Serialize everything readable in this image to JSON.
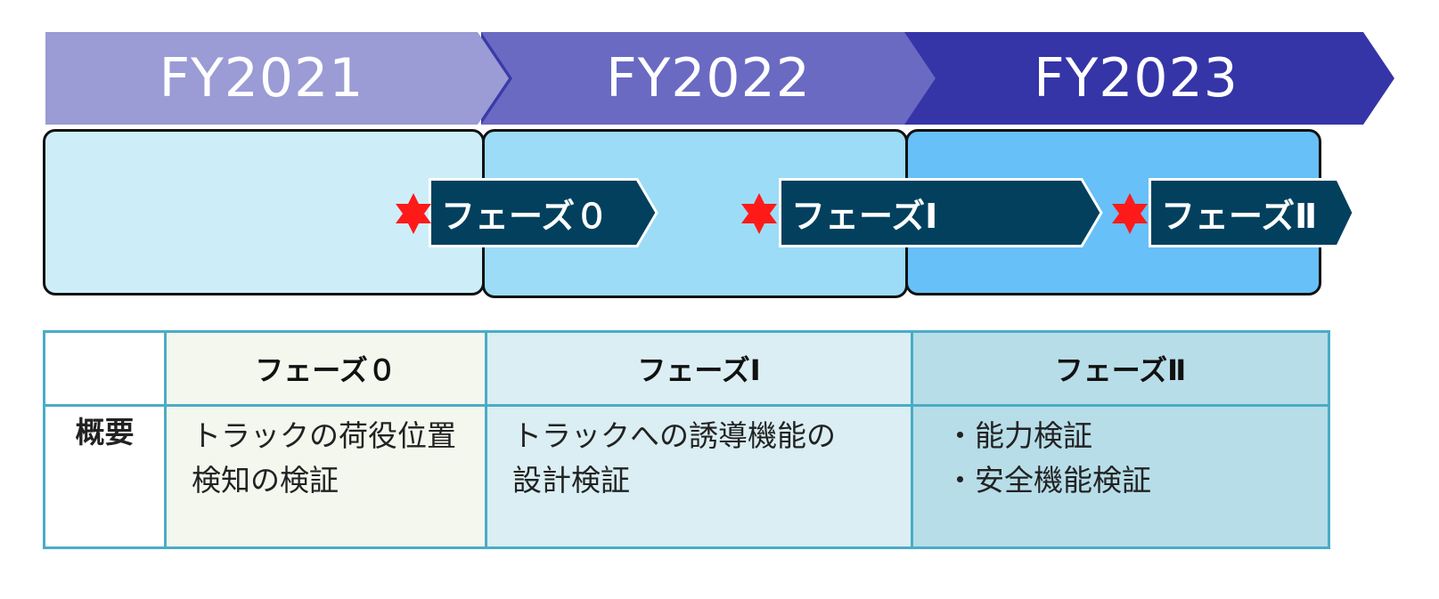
{
  "fiscal_years": [
    "FY2021",
    "FY2022",
    "FY2023"
  ],
  "phases": [
    {
      "label": "フェーズ０"
    },
    {
      "label": "フェーズⅠ"
    },
    {
      "label": "フェーズⅡ"
    }
  ],
  "colors": {
    "fy2021": "#9b9bd5",
    "fy2022": "#6a6ac3",
    "fy2023": "#3535a8",
    "box2021": "#cdeef9",
    "box2022": "#9cdcf7",
    "box2023": "#67c0f8",
    "phase_arrow": "#03405e",
    "star": "#ff1a1a",
    "table_border": "#4bacc6"
  },
  "icons": [
    "star-icon"
  ],
  "table": {
    "headers": [
      "",
      "フェーズ０",
      "フェーズⅠ",
      "フェーズⅡ"
    ],
    "row_label": "概要",
    "phase0_lines": [
      "トラックの荷役位置",
      "検知の検証"
    ],
    "phase1_lines": [
      "トラックへの誘導機能の",
      "設計検証"
    ],
    "phase2_items": [
      "能力検証",
      "安全機能検証"
    ]
  }
}
